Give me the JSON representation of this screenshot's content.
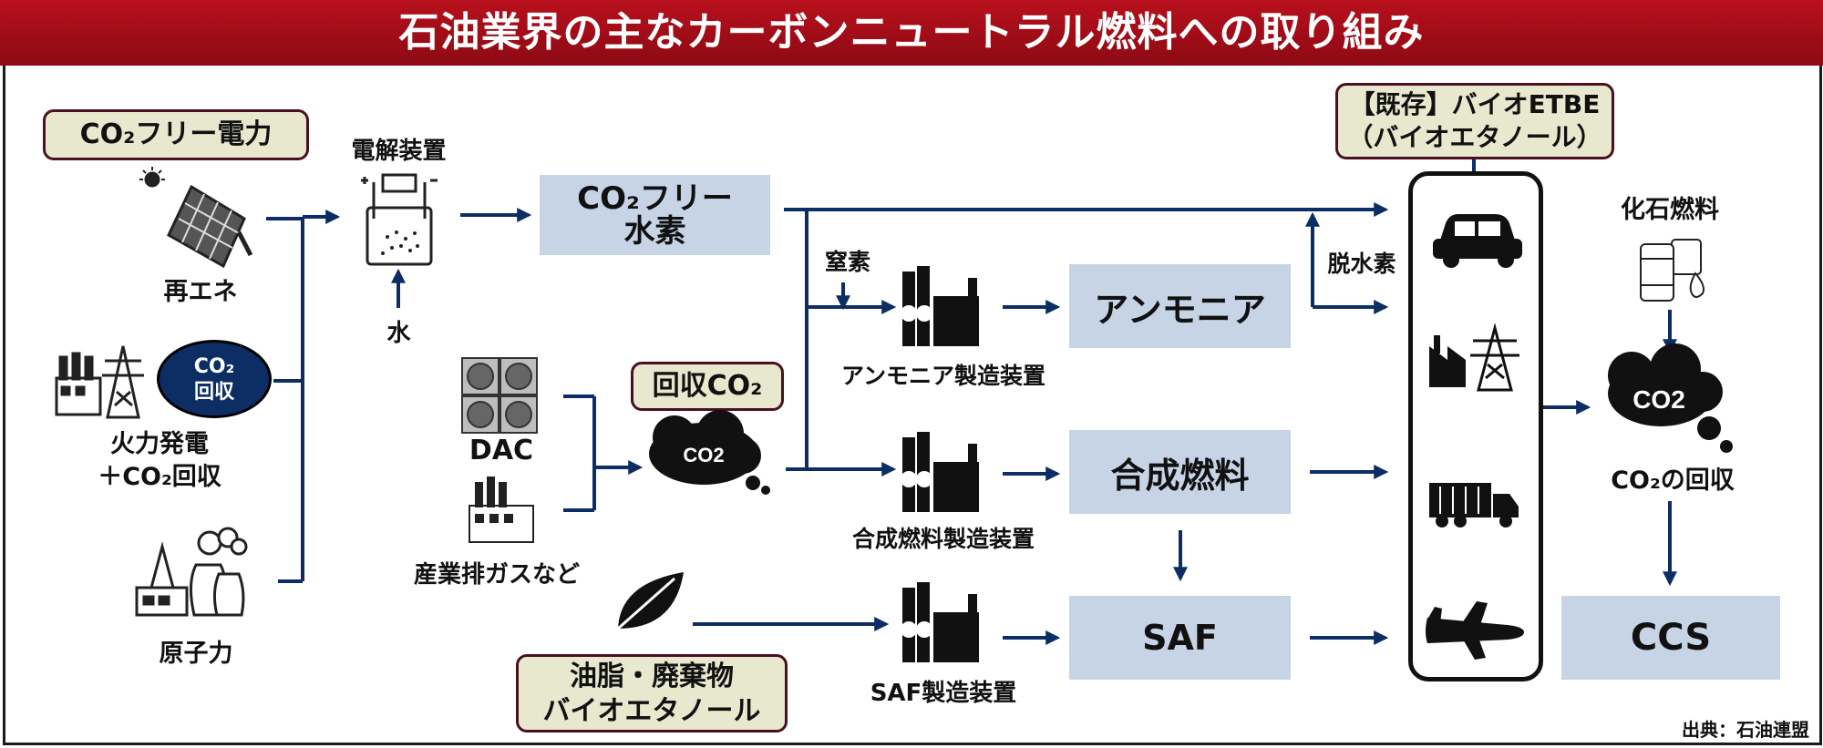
{
  "title": "石油業界の主なカーボンニュートラル燃料への取り組み",
  "source": "出典：石油連盟",
  "tags": {
    "co2_free_power": "CO₂フリー電力",
    "recovered_co2": "回収CO₂",
    "oil_waste_line1": "油脂・廃棄物",
    "oil_waste_line2": "バイオエタノール",
    "bio_etbe_line1": "【既存】バイオETBE",
    "bio_etbe_line2": "（バイオエタノール）"
  },
  "sources": {
    "renewable": "再エネ",
    "thermal_line1": "火力発電",
    "thermal_line2": "＋CO₂回収",
    "nuclear": "原子力",
    "co2_badge_line1": "CO₂",
    "co2_badge_line2": "回収"
  },
  "electrolysis": {
    "device": "電解装置",
    "water": "水"
  },
  "products": {
    "hydrogen_line1": "CO₂フリー",
    "hydrogen_line2": "水素",
    "ammonia": "アンモニア",
    "synthetic_fuel": "合成燃料",
    "saf": "SAF",
    "ccs": "CCS"
  },
  "plants": {
    "ammonia_plant": "アンモニア製造装置",
    "synthetic_plant": "合成燃料製造装置",
    "saf_plant": "SAF製造装置"
  },
  "co2_sources": {
    "dac": "DAC",
    "industrial": "産業排ガスなど"
  },
  "annotations": {
    "nitrogen": "窒素",
    "dehydrogenation": "脱水素"
  },
  "right": {
    "fossil_fuel": "化石燃料",
    "co2_recovery": "CO₂の回収"
  },
  "icons": {
    "solar": "solar-panel-icon",
    "factory": "factory-icon",
    "pylon": "power-pylon-icon",
    "nuclear": "nuclear-plant-icon",
    "electrolyzer": "electrolyzer-icon",
    "dac": "dac-fan-icon",
    "plant": "chemical-plant-icon",
    "cloud": "co2-cloud-icon",
    "leaf": "leaf-icon",
    "barrel": "oil-barrel-icon",
    "car": "car-icon",
    "truck": "truck-icon",
    "airplane": "airplane-icon"
  },
  "colors": {
    "title_red": "#a30d18",
    "arrow_navy": "#0d2e64",
    "product_box": "#c6d4e6",
    "tag_fill": "#e7e8cd",
    "tag_border": "#4a1020"
  }
}
